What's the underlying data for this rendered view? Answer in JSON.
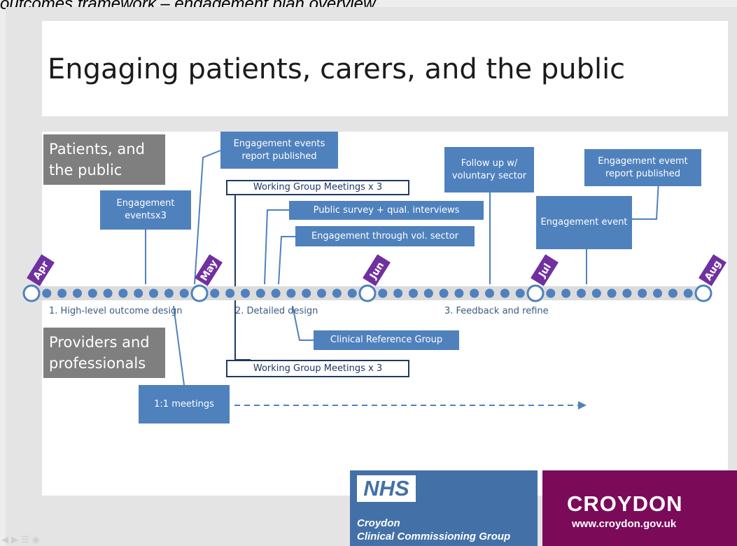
{
  "caption": "outcomes framework – engagement plan overview",
  "title": "Engaging patients, carers, and the public",
  "groups": {
    "patients": "Patients, and the public",
    "providers": "Providers and professionals"
  },
  "months": [
    "Apr",
    "May",
    "Jun",
    "Jul",
    "Aug"
  ],
  "phases": [
    "1. High-level outcome design",
    "2. Detailed design",
    "3. Feedback and refine"
  ],
  "patient_items": {
    "events_report": "Engagement events report published",
    "events_x3": "Engagement eventsx3",
    "wg_meetings": "Working Group Meetings x 3",
    "public_survey": "Public survey + qual. interviews",
    "vol_sector": "Engagement through vol. sector",
    "follow_up": "Follow up w/ voluntary sector",
    "evemt_report": "Engagement evemt report published",
    "event": "Engagement event"
  },
  "provider_items": {
    "crg": "Clinical Reference Group",
    "wg_meetings": "Working Group Meetings x 3",
    "one_to_one": "1:1 meetings"
  },
  "colors": {
    "accent_blue": "#4f81bd",
    "month_purple": "#7030a0",
    "nhs_blue": "#4470a8",
    "croydon_purple": "#7b0a59"
  },
  "logos": {
    "nhs": "NHS",
    "nhs_line1": "Croydon",
    "nhs_line2": "Clinical Commissioning Group",
    "croydon": "CROYDON",
    "croydon_url": "www.croydon.gov.uk"
  }
}
